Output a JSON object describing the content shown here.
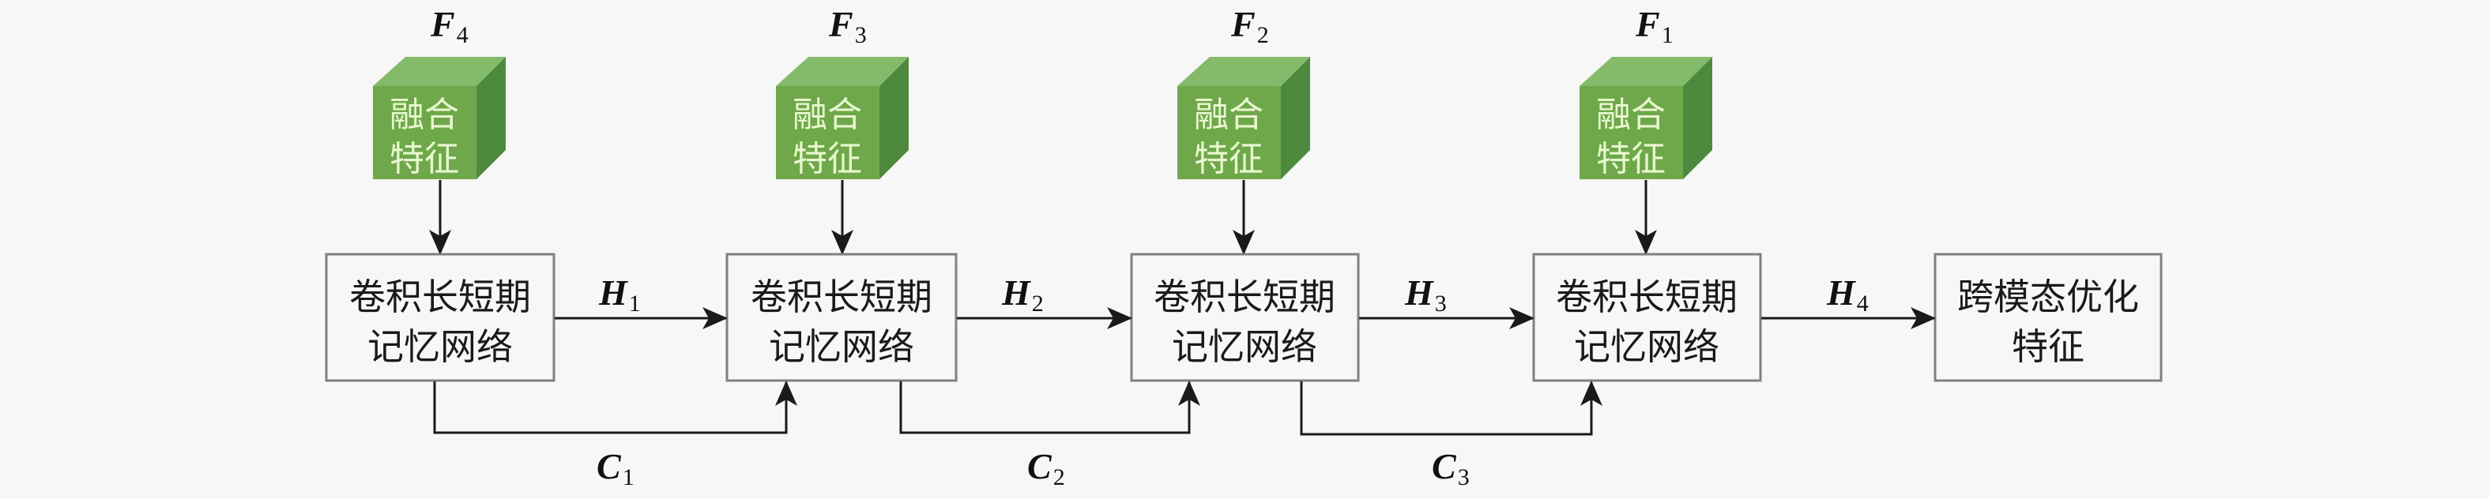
{
  "diagram": {
    "title": "ConvLSTM cross-modal feature optimization pipeline",
    "inputs": [
      {
        "var": "F",
        "sub": "4",
        "cube_line1": "融合",
        "cube_line2": "特征"
      },
      {
        "var": "F",
        "sub": "3",
        "cube_line1": "融合",
        "cube_line2": "特征"
      },
      {
        "var": "F",
        "sub": "2",
        "cube_line1": "融合",
        "cube_line2": "特征"
      },
      {
        "var": "F",
        "sub": "1",
        "cube_line1": "融合",
        "cube_line2": "特征"
      }
    ],
    "lstm_blocks": [
      {
        "line1": "卷积长短期",
        "line2": "记忆网络"
      },
      {
        "line1": "卷积长短期",
        "line2": "记忆网络"
      },
      {
        "line1": "卷积长短期",
        "line2": "记忆网络"
      },
      {
        "line1": "卷积长短期",
        "line2": "记忆网络"
      }
    ],
    "hidden_states": [
      {
        "var": "H",
        "sub": "1"
      },
      {
        "var": "H",
        "sub": "2"
      },
      {
        "var": "H",
        "sub": "3"
      },
      {
        "var": "H",
        "sub": "4"
      }
    ],
    "cell_states": [
      {
        "var": "C",
        "sub": "1"
      },
      {
        "var": "C",
        "sub": "2"
      },
      {
        "var": "C",
        "sub": "3"
      }
    ],
    "output": {
      "line1": "跨模态优化",
      "line2": "特征"
    },
    "colors": {
      "cube_front": "#6fa84a",
      "cube_top": "#84bb6a",
      "cube_right": "#4e8a3e",
      "box_stroke": "#808080",
      "arrow": "#1a1a1a",
      "background": "#f7f7f7"
    }
  }
}
